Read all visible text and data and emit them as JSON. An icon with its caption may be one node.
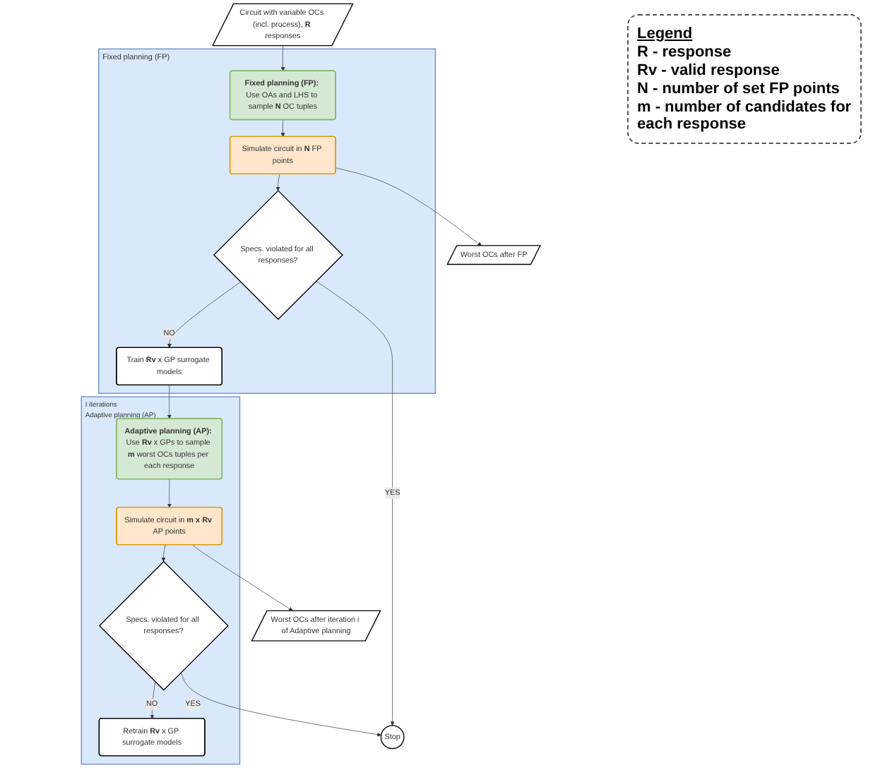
{
  "diagram": {
    "nodes": [
      {
        "text": [
          "Circuit with variable OCs (incl. process), **R** responses"
        ]
      },
      {
        "text": [
          "Fixed planning (FP)"
        ]
      },
      {
        "text": [
          "**Fixed planning (FP):** Use OAs and LHS to sample **N** OC tuples"
        ],
        "in": 1
      },
      {
        "text": [
          "Simulate circuit in **N** FP points"
        ],
        "in": 1
      },
      {
        "text": [
          "Specs. violated for all responses?"
        ],
        "in": 1
      },
      {
        "text": [
          "Train **Rv** x GP surrogate models"
        ],
        "in": 1
      },
      {
        "text": [
          "Worst OCs after FP"
        ]
      },
      {
        "text": [
          "Stop"
        ]
      },
      {
        "text": [
          "I iterations",
          "Adaptive planning (AP)"
        ]
      },
      {
        "text": [
          "**Adaptive planning (AP):** Use **Rv** x GPs to sample **m** worst OCs tuples per each response"
        ],
        "in": 8
      },
      {
        "text": [
          "Simulate circuit in **m x Rv** AP points"
        ],
        "in": 8
      },
      {
        "text": [
          "Specs. violated for all responses?"
        ],
        "in": 8
      },
      {
        "text": [
          "Retrain **Rv** x GP surrogate models"
        ],
        "in": 8
      },
      {
        "text": [
          "Worst OCs after iteration i of Adaptive planning"
        ]
      }
    ],
    "edges": [
      {
        "from": 0,
        "to": 2,
        "arrow": "to"
      },
      {
        "from": 2,
        "to": 3,
        "arrow": "to"
      },
      {
        "from": 3,
        "to": 4,
        "arrow": "to"
      },
      {
        "from": 4,
        "to": 7,
        "label": "YES",
        "arrow": "to"
      },
      {
        "from": 4,
        "to": 5,
        "label": "NO",
        "arrow": "to"
      },
      {
        "from": 3,
        "to": 6,
        "arrow": "to"
      },
      {
        "from": 5,
        "to": 9,
        "arrow": "to"
      },
      {
        "from": 9,
        "to": 10,
        "arrow": "to"
      },
      {
        "from": 10,
        "to": 11,
        "arrow": "to"
      },
      {
        "from": 11,
        "to": 7,
        "label": "YES",
        "arrow": "to"
      },
      {
        "from": 11,
        "to": 12,
        "label": "NO",
        "arrow": "to"
      },
      {
        "from": 10,
        "to": 13,
        "arrow": "to"
      }
    ],
    "labels": [
      "Legend",
      "R - response",
      "Rv - valid response",
      "N - number of set FP points",
      "m - number of candidates for each response"
    ]
  }
}
